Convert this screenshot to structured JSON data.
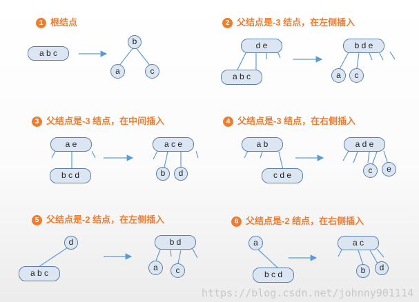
{
  "titles": [
    {
      "num": "1",
      "text": "根结点"
    },
    {
      "num": "2",
      "text": "父结点是-3 结点，在左侧插入"
    },
    {
      "num": "3",
      "text": "父结点是-3 结点，在中间插入"
    },
    {
      "num": "4",
      "text": "父结点是-3 结点，在右侧插入"
    },
    {
      "num": "5",
      "text": "父结点是-2 结点，在左侧插入"
    },
    {
      "num": "6",
      "text": "父结点是-2 结点，在右侧插入"
    }
  ],
  "nodes": {
    "abc": "a b c",
    "b": "b",
    "a": "a",
    "c": "c",
    "d": "d",
    "de": "d e",
    "bde": "b d e",
    "ae": "a e",
    "bcd": "b c d",
    "ace": "a c e",
    "ab": "a b",
    "cde": "c d e",
    "ade": "a d e",
    "e": "e",
    "bd": "b d",
    "ac": "a c"
  },
  "watermark": "https://blog.csdn.net/johnny901114"
}
